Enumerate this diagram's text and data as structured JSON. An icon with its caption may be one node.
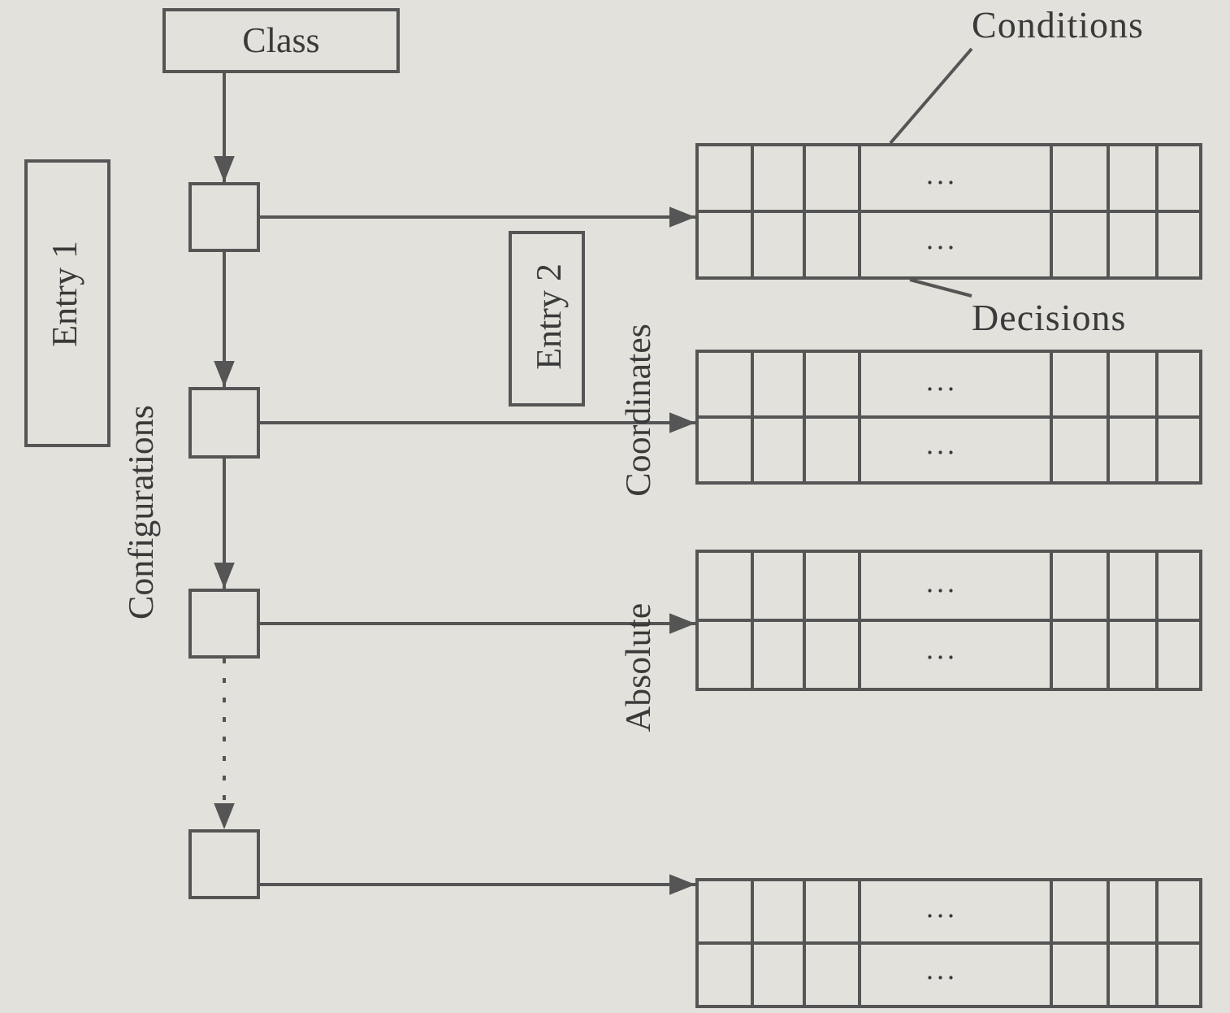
{
  "diagram": {
    "nodes": [
      {
        "text": [
          "Class"
        ]
      },
      {
        "text": [
          "Entry 1"
        ]
      },
      {
        "text": [],
        "shape": "box"
      },
      {
        "text": [
          "Entry 2"
        ]
      },
      {
        "text": [
          "Conditions"
        ]
      },
      {
        "text": [
          "...",
          "..."
        ]
      },
      {
        "text": [
          "Decisions"
        ]
      },
      {
        "text": [],
        "shape": "box"
      },
      {
        "text": [
          "...",
          "..."
        ]
      },
      {
        "text": [],
        "shape": "box"
      },
      {
        "text": [
          "...",
          "..."
        ]
      },
      {
        "text": [],
        "shape": "box"
      },
      {
        "text": [
          "...",
          "..."
        ]
      }
    ],
    "edges": [
      {
        "from": 0,
        "to": 2,
        "arrow": "to"
      },
      {
        "from": 2,
        "to": 7,
        "arrow": "to"
      },
      {
        "from": 7,
        "to": 9,
        "arrow": "to"
      },
      {
        "from": 9,
        "to": 11,
        "arrow": "to",
        "style": "dashed"
      },
      {
        "from": 2,
        "to": 5,
        "arrow": "to"
      },
      {
        "from": 7,
        "to": 8,
        "arrow": "to"
      },
      {
        "from": 9,
        "to": 10,
        "arrow": "to"
      },
      {
        "from": 11,
        "to": 12,
        "arrow": "to"
      },
      {
        "from": 4,
        "to": 5,
        "arrow": "none"
      },
      {
        "from": 6,
        "to": 5,
        "arrow": "none"
      }
    ],
    "labels": [
      "Configurations",
      "Absolute Coordinates"
    ]
  }
}
